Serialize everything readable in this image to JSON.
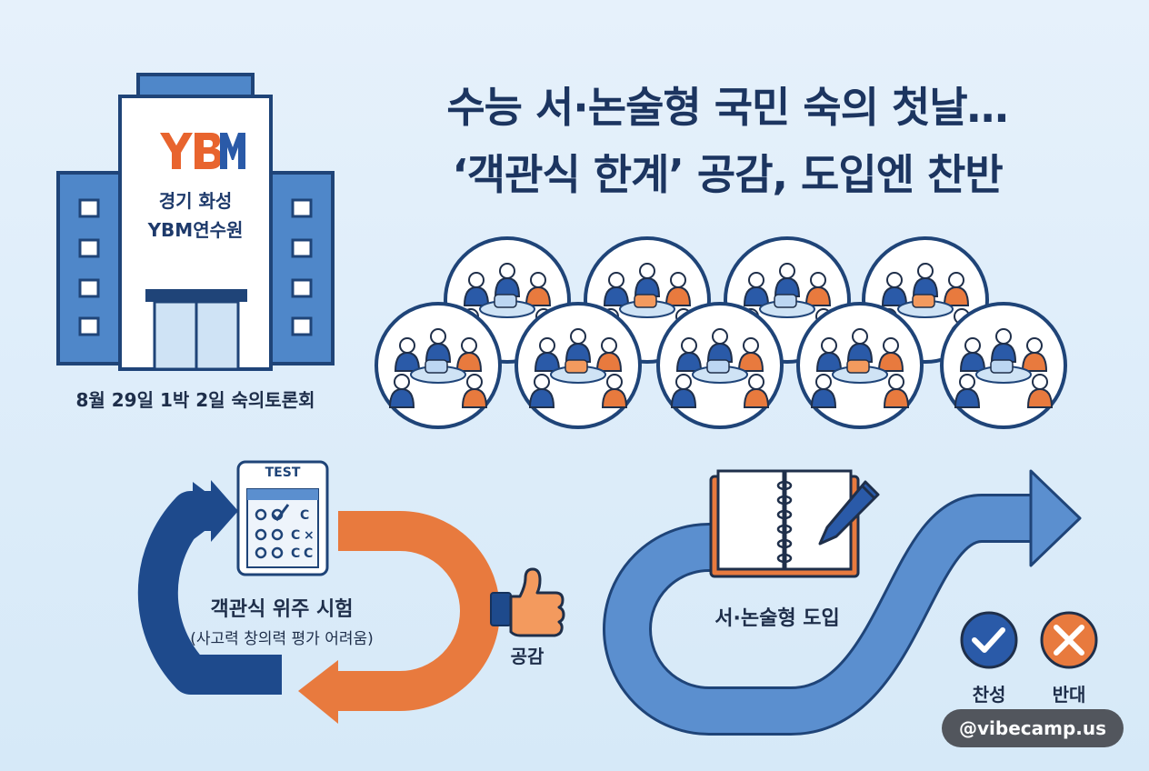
{
  "title": {
    "line1": "수능 서·논술형 국민 숙의 첫날…",
    "line2": "‘객관식 한계’ 공감, 도입엔 찬반"
  },
  "building": {
    "logo_text": "YBM",
    "name_line1": "경기 화성",
    "name_line2": "YBM연수원",
    "date": "8월 29일 1박 2일 숙의토론회"
  },
  "test_sheet": {
    "header": "TEST"
  },
  "cycle": {
    "label_main": "객관식 위주 시험",
    "label_sub": "(사고력 창의력 평가 어려움)",
    "agree_label": "공감"
  },
  "path": {
    "label": "서·논술형 도입"
  },
  "votes": {
    "yes_label": "찬성",
    "no_label": "반대"
  },
  "watermark": "@vibecamp.us",
  "colors": {
    "navy": "#1e4a8c",
    "orange": "#e87a3e",
    "light_blue": "#5b8fcf",
    "text_dark": "#1c3560"
  }
}
